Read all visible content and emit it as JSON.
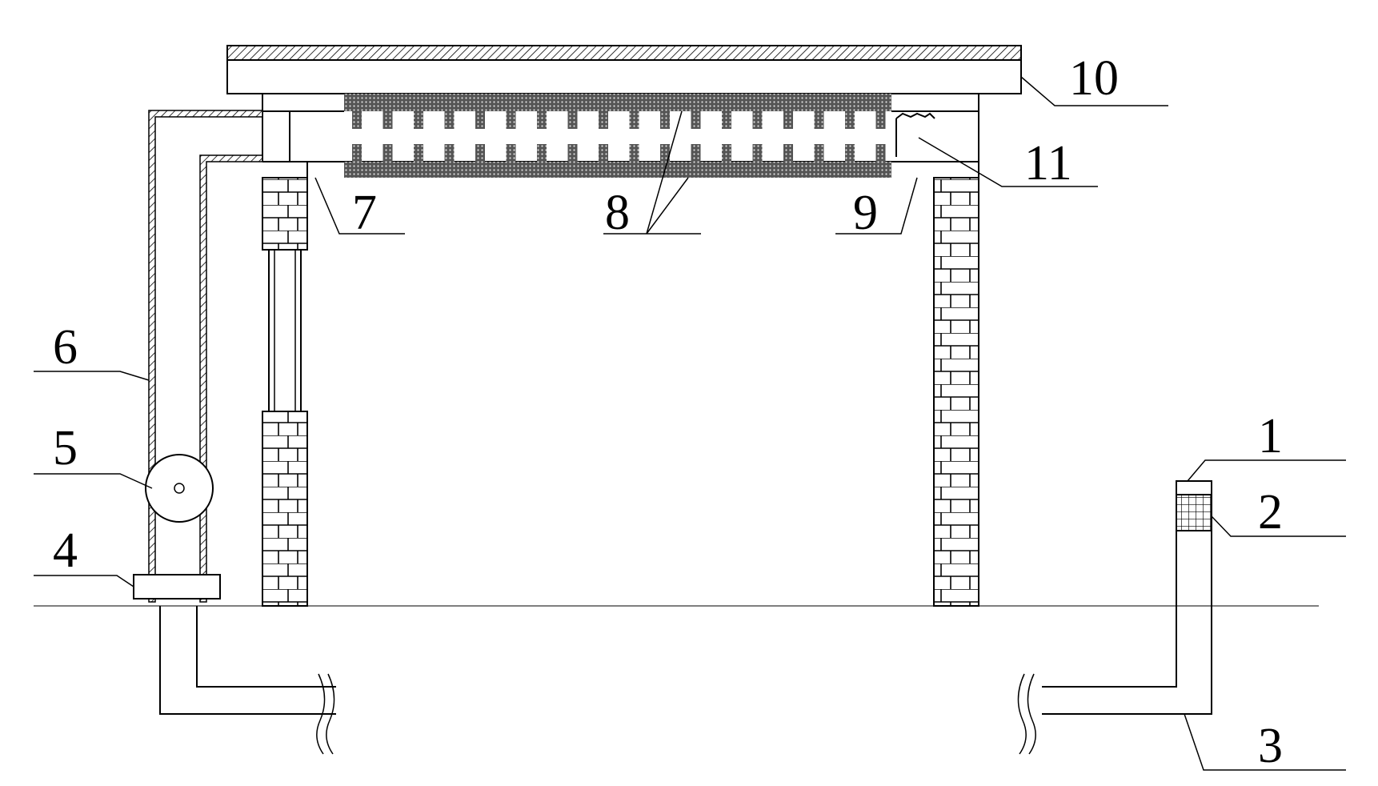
{
  "labels": {
    "l1": "1",
    "l2": "2",
    "l3": "3",
    "l4": "4",
    "l5": "5",
    "l6": "6",
    "l7": "7",
    "l8": "8",
    "l9": "9",
    "l10": "10",
    "l11": "11"
  },
  "colors": {
    "line": "#000000",
    "ground": "#555555",
    "background": "#ffffff"
  }
}
